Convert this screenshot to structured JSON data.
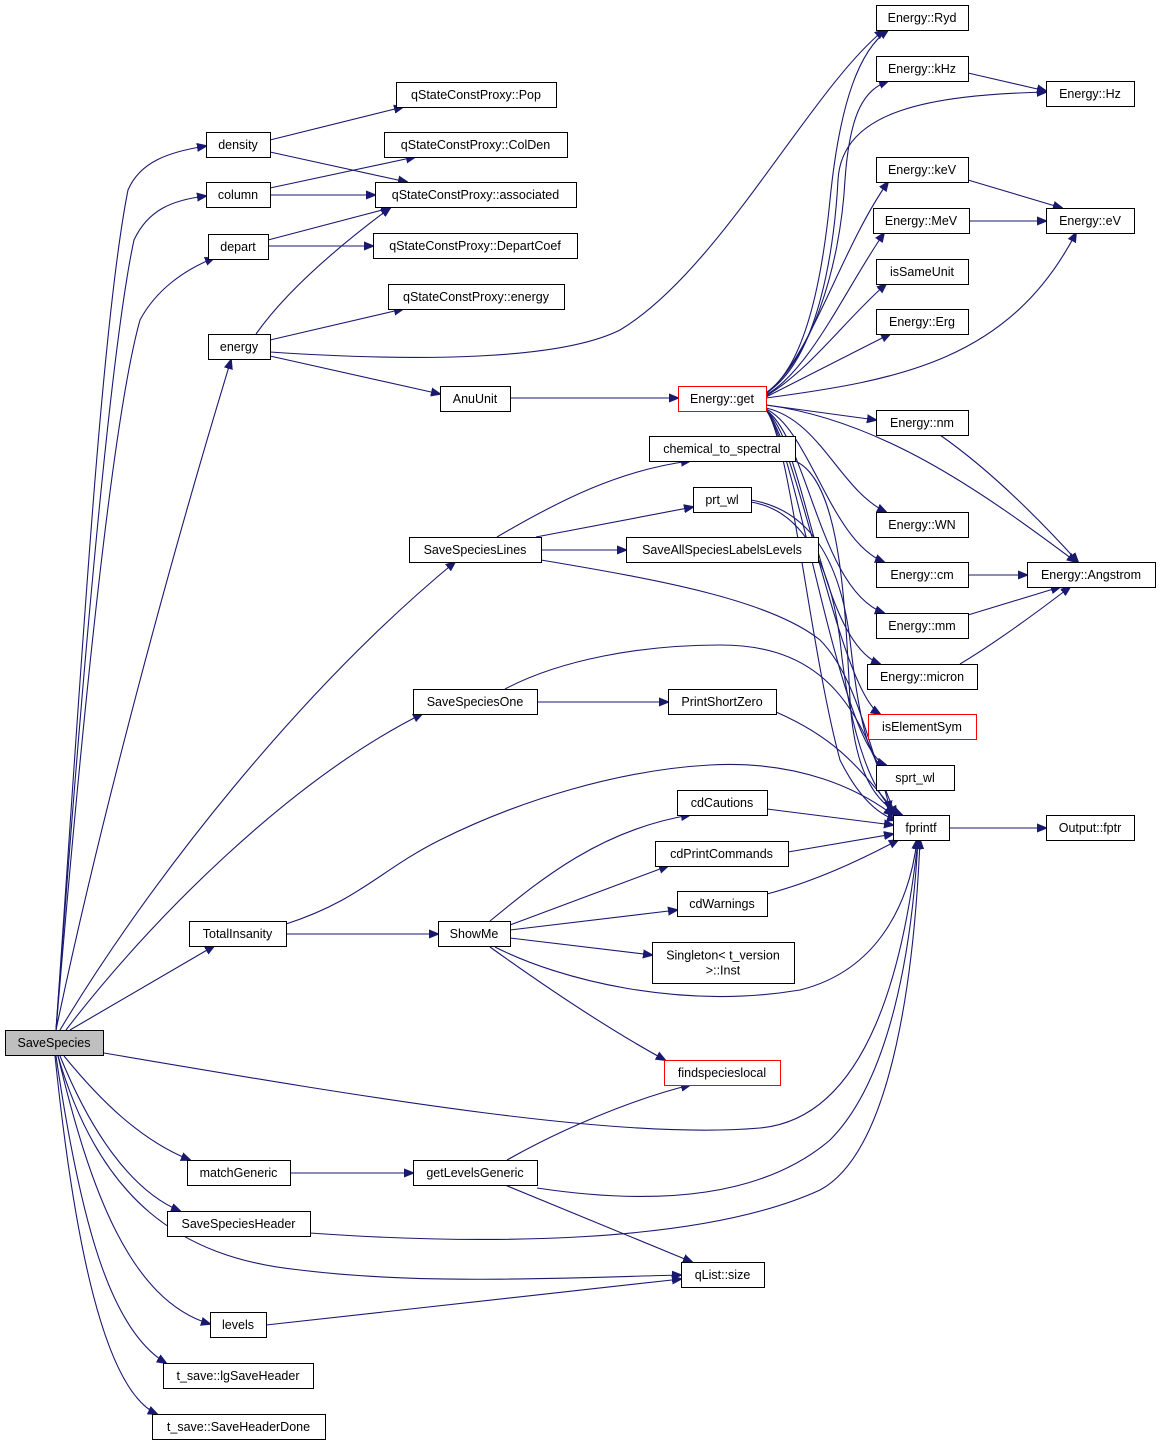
{
  "diagram": {
    "nodes": [
      {
        "id": "SaveSpecies",
        "label": "SaveSpecies",
        "style": "root"
      },
      {
        "id": "density",
        "label": "density"
      },
      {
        "id": "column",
        "label": "column"
      },
      {
        "id": "depart",
        "label": "depart"
      },
      {
        "id": "energy",
        "label": "energy"
      },
      {
        "id": "Pop",
        "label": "qStateConstProxy::Pop"
      },
      {
        "id": "ColDen",
        "label": "qStateConstProxy::ColDen"
      },
      {
        "id": "associated",
        "label": "qStateConstProxy::associated"
      },
      {
        "id": "DepartCoef",
        "label": "qStateConstProxy::DepartCoef"
      },
      {
        "id": "qenergy",
        "label": "qStateConstProxy::energy"
      },
      {
        "id": "AnuUnit",
        "label": "AnuUnit"
      },
      {
        "id": "Eget",
        "label": "Energy::get",
        "style": "red"
      },
      {
        "id": "Ryd",
        "label": "Energy::Ryd"
      },
      {
        "id": "kHz",
        "label": "Energy::kHz"
      },
      {
        "id": "Hz",
        "label": "Energy::Hz"
      },
      {
        "id": "keV",
        "label": "Energy::keV"
      },
      {
        "id": "MeV",
        "label": "Energy::MeV"
      },
      {
        "id": "eV",
        "label": "Energy::eV"
      },
      {
        "id": "isSameUnit",
        "label": "isSameUnit"
      },
      {
        "id": "Erg",
        "label": "Energy::Erg"
      },
      {
        "id": "nm",
        "label": "Energy::nm"
      },
      {
        "id": "WN",
        "label": "Energy::WN"
      },
      {
        "id": "cm",
        "label": "Energy::cm"
      },
      {
        "id": "Angstrom",
        "label": "Energy::Angstrom"
      },
      {
        "id": "mm",
        "label": "Energy::mm"
      },
      {
        "id": "micron",
        "label": "Energy::micron"
      },
      {
        "id": "isElementSym",
        "label": "isElementSym",
        "style": "red"
      },
      {
        "id": "sprt_wl",
        "label": "sprt_wl"
      },
      {
        "id": "chem",
        "label": "chemical_to_spectral"
      },
      {
        "id": "prt_wl",
        "label": "prt_wl"
      },
      {
        "id": "SaveSpeciesLines",
        "label": "SaveSpeciesLines"
      },
      {
        "id": "SaveAll",
        "label": "SaveAllSpeciesLabelsLevels"
      },
      {
        "id": "SaveSpeciesOne",
        "label": "SaveSpeciesOne"
      },
      {
        "id": "PrintShortZero",
        "label": "PrintShortZero"
      },
      {
        "id": "fprintf",
        "label": "fprintf"
      },
      {
        "id": "fptr",
        "label": "Output::fptr"
      },
      {
        "id": "cdCautions",
        "label": "cdCautions"
      },
      {
        "id": "cdPrintCommands",
        "label": "cdPrintCommands"
      },
      {
        "id": "cdWarnings",
        "label": "cdWarnings"
      },
      {
        "id": "TotalInsanity",
        "label": "TotalInsanity"
      },
      {
        "id": "ShowMe",
        "label": "ShowMe"
      },
      {
        "id": "Singleton",
        "label": "Singleton< t_version\n>::Inst"
      },
      {
        "id": "findspecieslocal",
        "label": "findspecieslocal",
        "style": "red"
      },
      {
        "id": "matchGeneric",
        "label": "matchGeneric"
      },
      {
        "id": "getLevelsGeneric",
        "label": "getLevelsGeneric"
      },
      {
        "id": "SaveSpeciesHeader",
        "label": "SaveSpeciesHeader"
      },
      {
        "id": "qListsize",
        "label": "qList::size"
      },
      {
        "id": "levels",
        "label": "levels"
      },
      {
        "id": "lgSaveHeader",
        "label": "t_save::lgSaveHeader"
      },
      {
        "id": "SaveHeaderDone",
        "label": "t_save::SaveHeaderDone"
      }
    ],
    "edges": [
      {
        "from": "SaveSpecies",
        "to": "density"
      },
      {
        "from": "SaveSpecies",
        "to": "column"
      },
      {
        "from": "SaveSpecies",
        "to": "depart"
      },
      {
        "from": "SaveSpecies",
        "to": "energy"
      },
      {
        "from": "SaveSpecies",
        "to": "SaveSpeciesLines"
      },
      {
        "from": "SaveSpecies",
        "to": "SaveSpeciesOne"
      },
      {
        "from": "SaveSpecies",
        "to": "TotalInsanity"
      },
      {
        "from": "SaveSpecies",
        "to": "fprintf"
      },
      {
        "from": "SaveSpecies",
        "to": "matchGeneric"
      },
      {
        "from": "SaveSpecies",
        "to": "SaveSpeciesHeader"
      },
      {
        "from": "SaveSpecies",
        "to": "qListsize"
      },
      {
        "from": "SaveSpecies",
        "to": "levels"
      },
      {
        "from": "SaveSpecies",
        "to": "lgSaveHeader"
      },
      {
        "from": "SaveSpecies",
        "to": "SaveHeaderDone"
      },
      {
        "from": "density",
        "to": "Pop"
      },
      {
        "from": "density",
        "to": "associated"
      },
      {
        "from": "column",
        "to": "ColDen"
      },
      {
        "from": "column",
        "to": "associated"
      },
      {
        "from": "depart",
        "to": "associated"
      },
      {
        "from": "depart",
        "to": "DepartCoef"
      },
      {
        "from": "energy",
        "to": "associated"
      },
      {
        "from": "energy",
        "to": "qenergy"
      },
      {
        "from": "energy",
        "to": "Ryd"
      },
      {
        "from": "energy",
        "to": "AnuUnit"
      },
      {
        "from": "AnuUnit",
        "to": "Eget"
      },
      {
        "from": "Eget",
        "to": "Ryd"
      },
      {
        "from": "Eget",
        "to": "kHz"
      },
      {
        "from": "Eget",
        "to": "Hz"
      },
      {
        "from": "Eget",
        "to": "keV"
      },
      {
        "from": "Eget",
        "to": "MeV"
      },
      {
        "from": "Eget",
        "to": "eV"
      },
      {
        "from": "Eget",
        "to": "isSameUnit"
      },
      {
        "from": "Eget",
        "to": "Erg"
      },
      {
        "from": "Eget",
        "to": "nm"
      },
      {
        "from": "Eget",
        "to": "Angstrom"
      },
      {
        "from": "Eget",
        "to": "WN"
      },
      {
        "from": "Eget",
        "to": "cm"
      },
      {
        "from": "Eget",
        "to": "mm"
      },
      {
        "from": "Eget",
        "to": "micron"
      },
      {
        "from": "Eget",
        "to": "isElementSym"
      },
      {
        "from": "Eget",
        "to": "sprt_wl"
      },
      {
        "from": "Eget",
        "to": "fprintf"
      },
      {
        "from": "kHz",
        "to": "Hz"
      },
      {
        "from": "keV",
        "to": "eV"
      },
      {
        "from": "MeV",
        "to": "eV"
      },
      {
        "from": "nm",
        "to": "Angstrom"
      },
      {
        "from": "cm",
        "to": "Angstrom"
      },
      {
        "from": "mm",
        "to": "Angstrom"
      },
      {
        "from": "micron",
        "to": "Angstrom"
      },
      {
        "from": "SaveSpeciesLines",
        "to": "chem"
      },
      {
        "from": "SaveSpeciesLines",
        "to": "prt_wl"
      },
      {
        "from": "SaveSpeciesLines",
        "to": "SaveAll"
      },
      {
        "from": "SaveSpeciesLines",
        "to": "fprintf"
      },
      {
        "from": "chem",
        "to": "fprintf"
      },
      {
        "from": "prt_wl",
        "to": "sprt_wl"
      },
      {
        "from": "prt_wl",
        "to": "fprintf"
      },
      {
        "from": "SaveSpeciesOne",
        "to": "PrintShortZero"
      },
      {
        "from": "SaveSpeciesOne",
        "to": "fprintf"
      },
      {
        "from": "PrintShortZero",
        "to": "fprintf"
      },
      {
        "from": "fprintf",
        "to": "fptr"
      },
      {
        "from": "cdCautions",
        "to": "fprintf"
      },
      {
        "from": "cdPrintCommands",
        "to": "fprintf"
      },
      {
        "from": "cdWarnings",
        "to": "fprintf"
      },
      {
        "from": "TotalInsanity",
        "to": "ShowMe"
      },
      {
        "from": "TotalInsanity",
        "to": "fprintf"
      },
      {
        "from": "ShowMe",
        "to": "cdCautions"
      },
      {
        "from": "ShowMe",
        "to": "cdPrintCommands"
      },
      {
        "from": "ShowMe",
        "to": "cdWarnings"
      },
      {
        "from": "ShowMe",
        "to": "Singleton"
      },
      {
        "from": "ShowMe",
        "to": "fprintf"
      },
      {
        "from": "ShowMe",
        "to": "findspecieslocal"
      },
      {
        "from": "matchGeneric",
        "to": "getLevelsGeneric"
      },
      {
        "from": "getLevelsGeneric",
        "to": "findspecieslocal"
      },
      {
        "from": "getLevelsGeneric",
        "to": "fprintf"
      },
      {
        "from": "getLevelsGeneric",
        "to": "qListsize"
      },
      {
        "from": "SaveSpeciesHeader",
        "to": "fprintf"
      },
      {
        "from": "levels",
        "to": "qListsize"
      }
    ]
  },
  "colors": {
    "edge": "#191970",
    "node_border": "#000000",
    "root_fill": "#bfbfbf",
    "red_border": "#ff0000",
    "background": "#ffffff"
  }
}
